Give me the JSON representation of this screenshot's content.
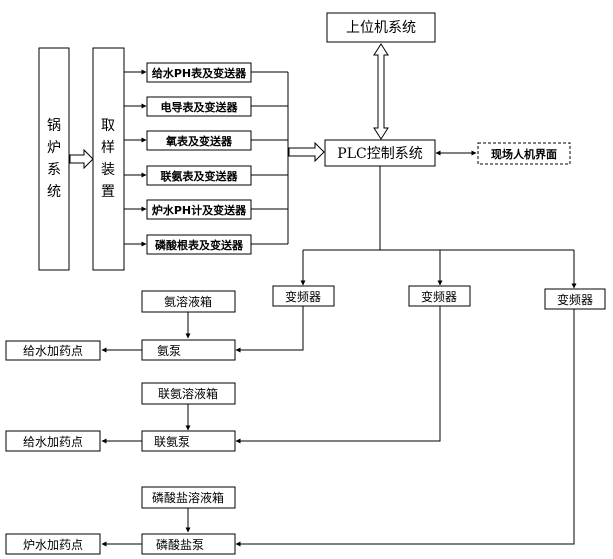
{
  "diagram": {
    "upper_system": "上位机系统",
    "boiler_system": [
      "锅",
      "炉",
      "系",
      "统"
    ],
    "sampling_device": [
      "取",
      "样",
      "装",
      "置"
    ],
    "instruments": [
      "给水PH表及变送器",
      "电导表及变送器",
      "氧表及变送器",
      "联氨表及变送器",
      "炉水PH计及变送器",
      "磷酸根表及变送器"
    ],
    "plc": "PLC控制系统",
    "hmi": "现场人机界面",
    "vfd_labels": [
      "变频器",
      "变频器",
      "变频器"
    ],
    "tanks": [
      "氨溶液箱",
      "联氨溶液箱",
      "磷酸盐溶液箱"
    ],
    "pumps": [
      "氨泵",
      "联氨泵",
      "磷酸盐泵"
    ],
    "dosing_points": [
      "给水加药点",
      "给水加药点",
      "炉水加药点"
    ]
  }
}
